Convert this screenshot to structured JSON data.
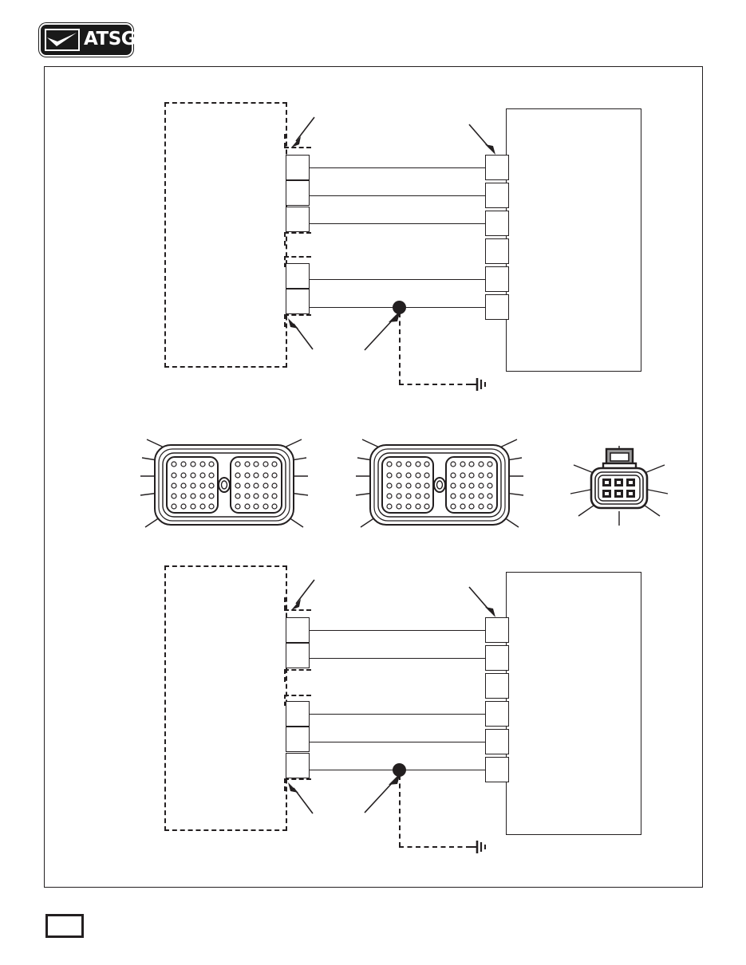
{
  "document": {
    "brand": "ATSG",
    "logo_alt": "ATSG checkmark logo",
    "page_number": ""
  },
  "diagrams": [
    {
      "id": "upper-diagram",
      "name": "upper-wiring-diagram",
      "harness_label": "",
      "module_label": "",
      "left_connector_groups": [
        {
          "terminals": 3,
          "wired": [
            true,
            true,
            true
          ]
        },
        {
          "terminals": 2,
          "wired": [
            true,
            true
          ]
        }
      ],
      "right_connector": {
        "terminals": 6,
        "wired": [
          true,
          true,
          true,
          false,
          true,
          true
        ]
      },
      "splice": {
        "label": "",
        "grounded": true
      },
      "ground_symbol": "chassis-ground"
    },
    {
      "id": "lower-diagram",
      "name": "lower-wiring-diagram",
      "harness_label": "",
      "module_label": "",
      "left_connector_groups": [
        {
          "terminals": 2,
          "wired": [
            true,
            true
          ]
        },
        {
          "terminals": 3,
          "wired": [
            true,
            true,
            true
          ]
        }
      ],
      "right_connector": {
        "terminals": 6,
        "wired": [
          true,
          true,
          false,
          true,
          true,
          true
        ]
      },
      "splice": {
        "label": "",
        "grounded": true
      },
      "ground_symbol": "chassis-ground"
    }
  ],
  "connector_illustrations": [
    {
      "id": "connector-a",
      "name": "rectangular-multipin-connector-a",
      "label": "",
      "type": "rectangular-2-bank",
      "pin_banks": 2,
      "pin_rows": 5,
      "pin_columns": 5,
      "total_pins": 50,
      "has_center_keyway": true,
      "leader_lines": 10
    },
    {
      "id": "connector-b",
      "name": "rectangular-multipin-connector-b",
      "label": "",
      "type": "rectangular-2-bank",
      "pin_banks": 2,
      "pin_rows": 5,
      "pin_columns": 5,
      "total_pins": 50,
      "has_center_keyway": true,
      "leader_lines": 10
    },
    {
      "id": "connector-c",
      "name": "six-pin-connector",
      "label": "",
      "type": "six-pin-latched",
      "pin_rows": 2,
      "pin_columns": 3,
      "total_pins": 6,
      "has_latch_tab": true,
      "leader_lines": 6
    }
  ],
  "colors": {
    "line": "#231f20",
    "background": "#ffffff",
    "logo_background": "#1a1a1a",
    "logo_foreground": "#ffffff"
  }
}
